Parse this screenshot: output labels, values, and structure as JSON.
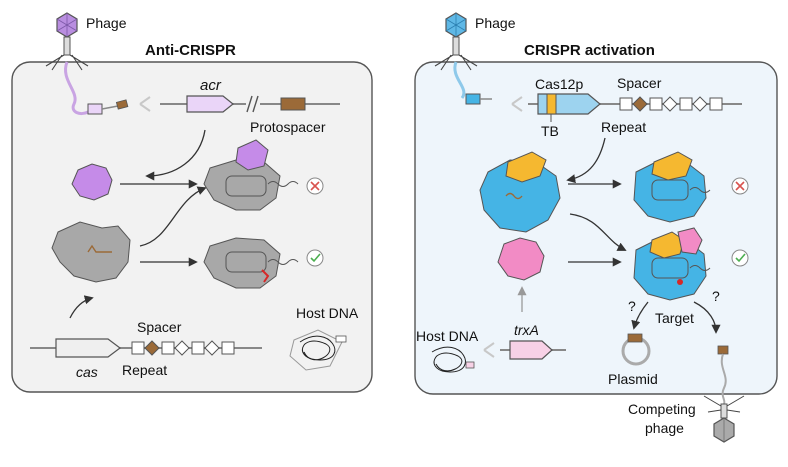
{
  "left": {
    "title": "Anti-CRISPR",
    "phage_label": "Phage",
    "acr_label": "acr",
    "protospacer_label": "Protospacer",
    "spacer_label": "Spacer",
    "repeat_label": "Repeat",
    "cas_label": "cas",
    "host_dna_label": "Host DNA"
  },
  "right": {
    "title": "CRISPR activation",
    "phage_label": "Phage",
    "cas12p_label": "Cas12p",
    "tb_label": "TB",
    "spacer_label": "Spacer",
    "repeat_label": "Repeat",
    "trxa_label": "trxA",
    "host_dna_label": "Host DNA",
    "target_label": "Target",
    "question_1": "?",
    "question_2": "?",
    "plasmid_label": "Plasmid",
    "competing_line1": "Competing",
    "competing_line2": "phage"
  },
  "colors": {
    "left_panel": "#f2f2f2",
    "right_panel": "#eef5fb",
    "acr_purple": "#c58be8",
    "cas_gray": "#a8a8a8",
    "cas12_blue": "#45b4e5",
    "orange": "#f5b830",
    "trxa_pink": "#f28bc5",
    "brown": "#9b6a38",
    "fail_red": "#d9534f",
    "ok_green": "#4caf50"
  }
}
